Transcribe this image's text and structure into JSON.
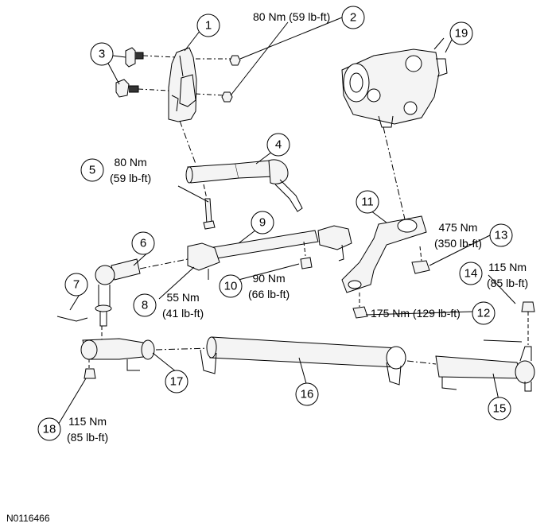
{
  "callouts": {
    "c1": "1",
    "c2": "2",
    "c3": "3",
    "c4": "4",
    "c5": "5",
    "c6": "6",
    "c7": "7",
    "c8": "8",
    "c9": "9",
    "c10": "10",
    "c11": "11",
    "c12": "12",
    "c13": "13",
    "c14": "14",
    "c15": "15",
    "c16": "16",
    "c17": "17",
    "c18": "18",
    "c19": "19"
  },
  "torques": {
    "t2": "80 Nm (59 lb-ft)",
    "t5_line1": "80 Nm",
    "t5_line2": "(59 lb-ft)",
    "t8_line1": "55 Nm",
    "t8_line2": "(41 lb-ft)",
    "t10_line1": "90 Nm",
    "t10_line2": "(66 lb-ft)",
    "t12": "175 Nm (129 lb-ft)",
    "t13_line1": "475 Nm",
    "t13_line2": "(350 lb-ft)",
    "t14_line1": "115 Nm",
    "t14_line2": "(85 lb-ft)",
    "t18_line1": "115 Nm",
    "t18_line2": "(85 lb-ft)"
  },
  "document_id": "N0116466",
  "colors": {
    "line": "#000000",
    "background": "#ffffff",
    "fill": "#f4f4f4"
  }
}
